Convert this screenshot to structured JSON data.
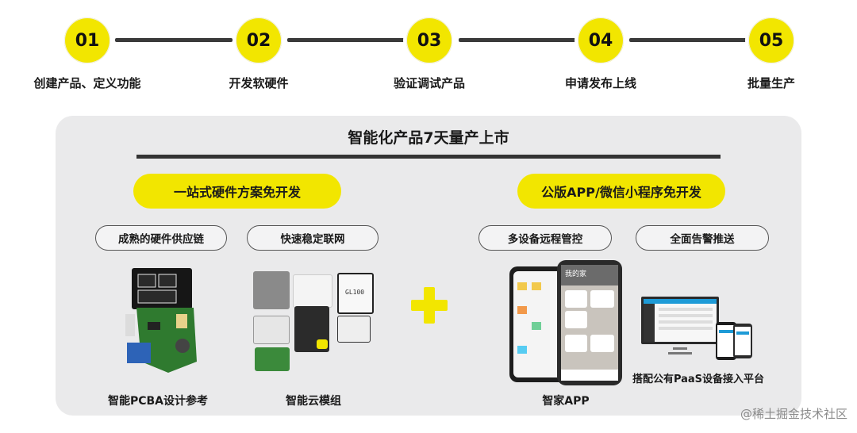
{
  "steps": [
    {
      "num": "01",
      "label": "创建产品、定义功能"
    },
    {
      "num": "02",
      "label": "开发软硬件"
    },
    {
      "num": "03",
      "label": "验证调试产品"
    },
    {
      "num": "04",
      "label": "申请发布上线"
    },
    {
      "num": "05",
      "label": "批量生产"
    }
  ],
  "panel": {
    "title": "智能化产品7天量产上市",
    "left_heading": "一站式硬件方案免开发",
    "right_heading": "公版APP/微信小程序免开发",
    "features": [
      "成熟的硬件供应链",
      "快速稳定联网",
      "多设备远程管控",
      "全面告警推送"
    ],
    "captions": [
      "智能PCBA设计参考",
      "智能云模组",
      "智家APP",
      "搭配公有PaaS设备接入平台"
    ],
    "module_label": "GL100",
    "phone_title": "我的家"
  },
  "watermark": "@稀土掘金技术社区",
  "colors": {
    "accent": "#f2e600",
    "panel": "#eaeaeb",
    "line": "#333333"
  }
}
